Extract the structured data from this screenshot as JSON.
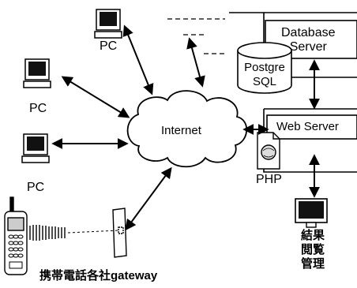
{
  "nodes": {
    "pc_top": "PC",
    "pc_left": "PC",
    "pc_bottom": "PC",
    "internet": "Internet",
    "database_server": "Database\nServer",
    "postgre": "Postgre\nSQL",
    "web_server": "Web Server",
    "php": "PHP",
    "results": "結果閲覧管理",
    "gateway": "携帯電話各社gateway"
  },
  "colors": {
    "line": "#000000",
    "background": "#ffffff",
    "cloud_fill": "#ffffff"
  },
  "icons": [
    "computer-icon",
    "cloud-icon",
    "database-cylinder-icon",
    "document-icon",
    "monitor-icon",
    "mobile-phone-icon",
    "double-arrow-icon"
  ]
}
